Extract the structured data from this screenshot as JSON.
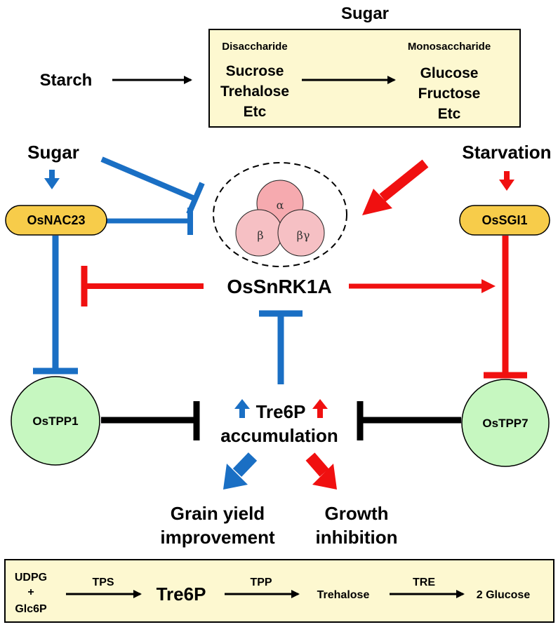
{
  "top": {
    "title": "Sugar",
    "starch": "Starch",
    "disaccharide_header": "Disaccharide",
    "disaccharides": [
      "Sucrose",
      "Trehalose",
      "Etc"
    ],
    "monosaccharide_header": "Monosaccharide",
    "monosaccharides": [
      "Glucose",
      "Fructose",
      "Etc"
    ]
  },
  "signals": {
    "sugar": "Sugar",
    "starvation": "Starvation"
  },
  "nodes": {
    "osnac23": "OsNAC23",
    "ossgi1": "OsSGI1",
    "ossnrk1a": "OsSnRK1A",
    "ostpp1": "OsTPP1",
    "ostpp7": "OsTPP7",
    "tre6p_line1": "Tre6P",
    "tre6p_line2": "accumulation"
  },
  "complex": {
    "alpha": "α",
    "beta": "β",
    "betagamma": "βγ"
  },
  "outcomes": {
    "grain_line1": "Grain yield",
    "grain_line2": "improvement",
    "growth_line1": "Growth",
    "growth_line2": "inhibition"
  },
  "pathway": {
    "udpg": "UDPG",
    "plus": "+",
    "glc6p": "Glc6P",
    "tps": "TPS",
    "tre6p": "Tre6P",
    "tpp": "TPP",
    "trehalose": "Trehalose",
    "tre": "TRE",
    "glucose": "2 Glucose"
  },
  "colors": {
    "blue": "#1a6fc4",
    "red": "#f01010",
    "black": "#000000",
    "yellow_box": "#fdf8d0",
    "gold_pill": "#f7cc4a",
    "green_node": "#c6f7c0",
    "pink": "#f6c0c4"
  }
}
